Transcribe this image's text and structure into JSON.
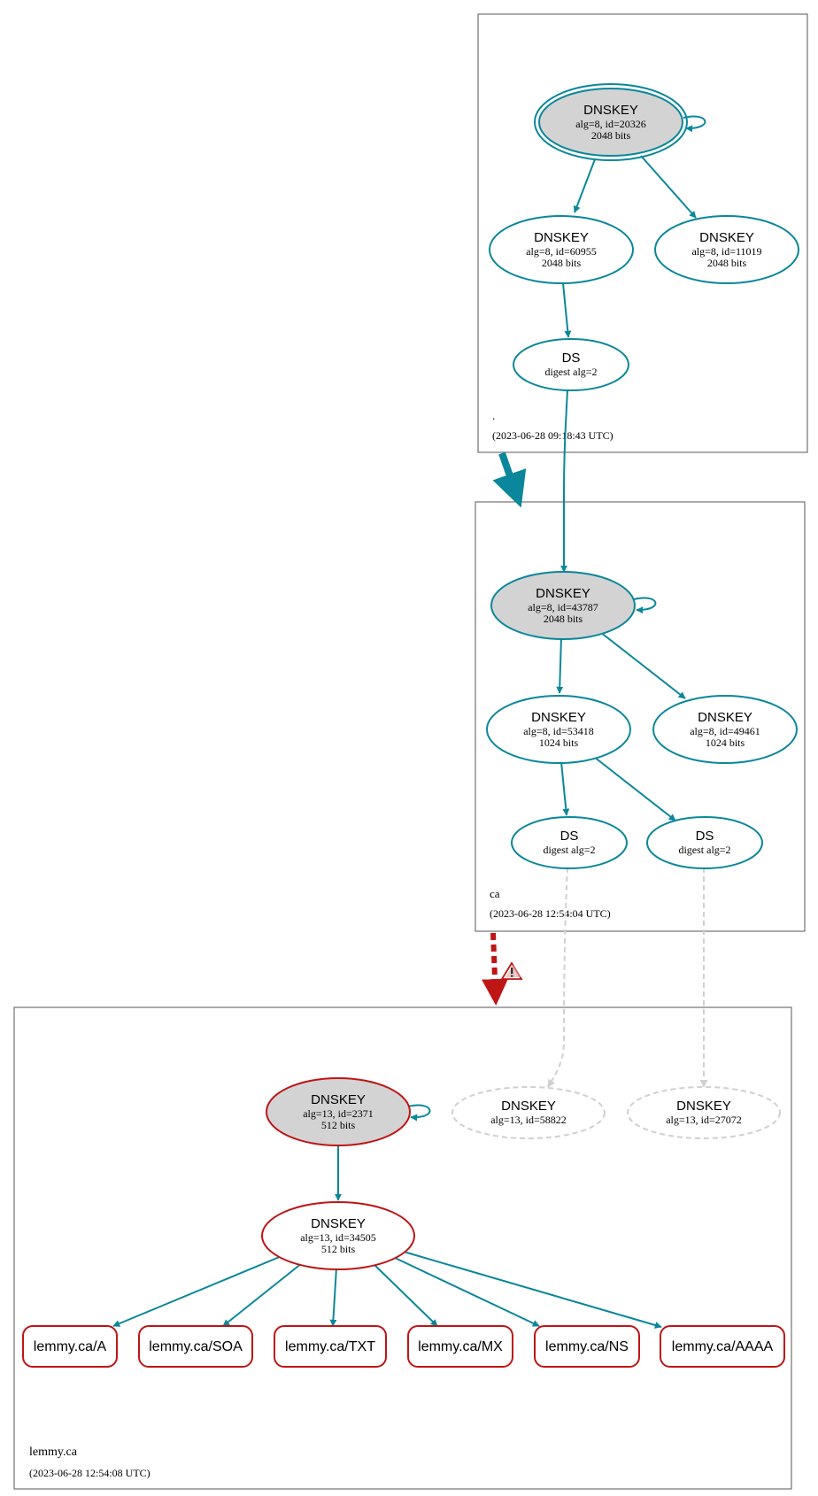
{
  "colors": {
    "teal": "#0a879a",
    "red": "#be1515",
    "gray_fill": "#d3d3d3",
    "gray_line": "#d0d0d0",
    "box": "#555555"
  },
  "zones": {
    "root": {
      "name": ".",
      "timestamp": "(2023-06-28 09:18:43 UTC)"
    },
    "ca": {
      "name": "ca",
      "timestamp": "(2023-06-28 12:54:04 UTC)"
    },
    "lemmy": {
      "name": "lemmy.ca",
      "timestamp": "(2023-06-28 12:54:08 UTC)"
    }
  },
  "nodes": {
    "root_ksk": {
      "title": "DNSKEY",
      "line1": "alg=8, id=20326",
      "line2": "2048 bits"
    },
    "root_zsk1": {
      "title": "DNSKEY",
      "line1": "alg=8, id=60955",
      "line2": "2048 bits"
    },
    "root_zsk2": {
      "title": "DNSKEY",
      "line1": "alg=8, id=11019",
      "line2": "2048 bits"
    },
    "root_ds": {
      "title": "DS",
      "line1": "digest alg=2"
    },
    "ca_ksk": {
      "title": "DNSKEY",
      "line1": "alg=8, id=43787",
      "line2": "2048 bits"
    },
    "ca_zsk1": {
      "title": "DNSKEY",
      "line1": "alg=8, id=53418",
      "line2": "1024 bits"
    },
    "ca_zsk2": {
      "title": "DNSKEY",
      "line1": "alg=8, id=49461",
      "line2": "1024 bits"
    },
    "ca_ds1": {
      "title": "DS",
      "line1": "digest alg=2"
    },
    "ca_ds2": {
      "title": "DS",
      "line1": "digest alg=2"
    },
    "lemmy_ksk": {
      "title": "DNSKEY",
      "line1": "alg=13, id=2371",
      "line2": "512 bits"
    },
    "lemmy_miss1": {
      "title": "DNSKEY",
      "line1": "alg=13, id=58822"
    },
    "lemmy_miss2": {
      "title": "DNSKEY",
      "line1": "alg=13, id=27072"
    },
    "lemmy_zsk": {
      "title": "DNSKEY",
      "line1": "alg=13, id=34505",
      "line2": "512 bits"
    }
  },
  "rrsets": [
    "lemmy.ca/A",
    "lemmy.ca/SOA",
    "lemmy.ca/TXT",
    "lemmy.ca/MX",
    "lemmy.ca/NS",
    "lemmy.ca/AAAA"
  ],
  "warning_icon": "warning-triangle-icon"
}
